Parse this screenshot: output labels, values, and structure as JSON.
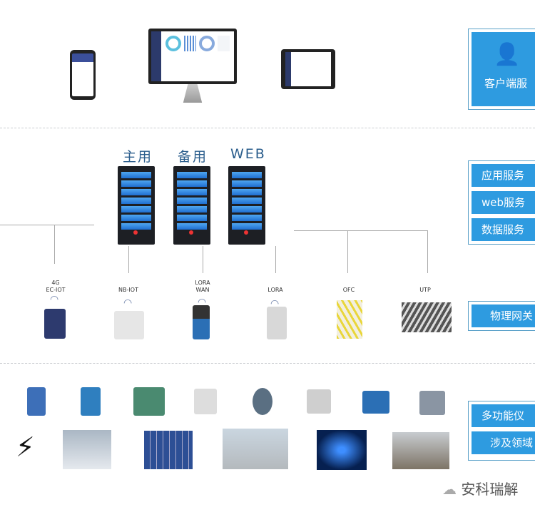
{
  "client_panel": {
    "label": "客户端服"
  },
  "server_panel": {
    "items": [
      "应用服务",
      "web服务",
      "数据服务"
    ]
  },
  "gateway_panel": {
    "label": "物理网关"
  },
  "device_panel": {
    "items": [
      "多功能仪",
      "涉及领域"
    ]
  },
  "servers": [
    "主用",
    "备用",
    "WEB"
  ],
  "gateways": [
    {
      "line1": "4G",
      "line2": "EC-IOT"
    },
    {
      "line1": "",
      "line2": "NB-IOT"
    },
    {
      "line1": "LORA",
      "line2": "WAN"
    },
    {
      "line1": "",
      "line2": "LORA"
    },
    {
      "line1": "",
      "line2": "OFC"
    },
    {
      "line1": "",
      "line2": "UTP"
    }
  ],
  "watermark": "安科瑞解",
  "colors": {
    "accent": "#2e9be0",
    "server_label": "#2a5d8c"
  }
}
